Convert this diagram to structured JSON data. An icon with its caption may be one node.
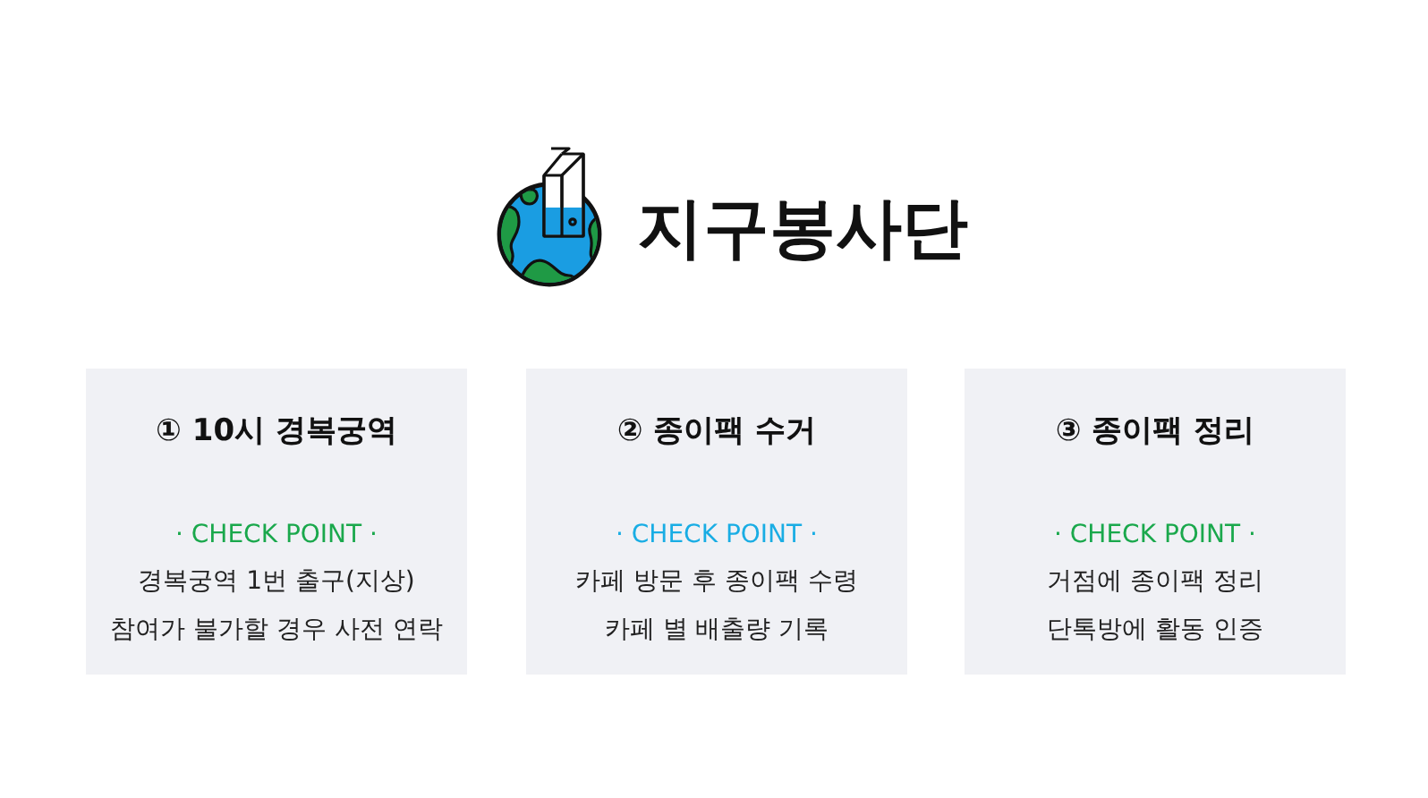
{
  "diagram": {
    "title": "지구봉사단",
    "nodes": [
      {
        "text": [
          "① 10시 경복궁역",
          "· CHECK POINT ·",
          "경복궁역 1번 출구(지상)",
          "참여가 불가할 경우 사전 연락"
        ]
      },
      {
        "text": [
          "② 종이팩 수거",
          "· CHECK POINT ·",
          "카페 방문 후 종이팩 수령",
          "카페 별 배출량 기록"
        ]
      },
      {
        "text": [
          "③ 종이팩 정리",
          "· CHECK POINT ·",
          "거점에 종이팩 정리",
          "단톡방에 활동 인증"
        ]
      }
    ]
  }
}
